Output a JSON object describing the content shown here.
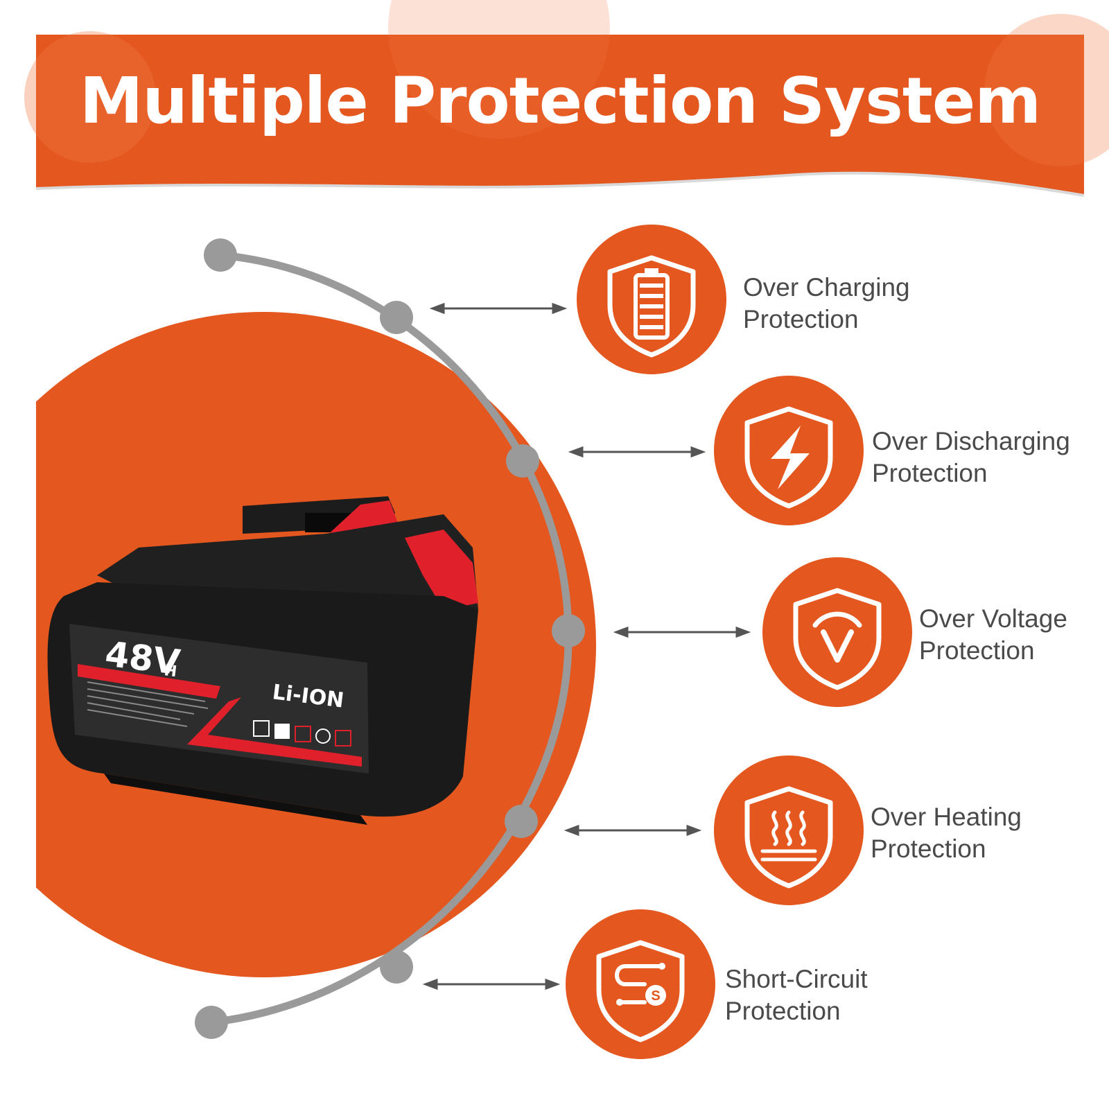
{
  "header": {
    "title": "Multiple Protection System"
  },
  "battery": {
    "voltage_main": "48V",
    "voltage_suffix": "H",
    "chemistry": "Li-ION"
  },
  "features": [
    {
      "line1": "Over Charging",
      "line2": "Protection",
      "icon": "battery-shield-icon"
    },
    {
      "line1": "Over Discharging",
      "line2": "Protection",
      "icon": "lightning-shield-icon"
    },
    {
      "line1": "Over Voltage",
      "line2": "Protection",
      "icon": "voltage-shield-icon"
    },
    {
      "line1": "Over Heating",
      "line2": "Protection",
      "icon": "heat-shield-icon"
    },
    {
      "line1": "Short-Circuit",
      "line2": "Protection",
      "icon": "circuit-shield-icon"
    }
  ],
  "colors": {
    "accent": "#E4571E",
    "connector": "#9A9A9A",
    "text": "#4A4A4A",
    "battery_body": "#1A1A1A",
    "battery_red": "#E0202A"
  }
}
